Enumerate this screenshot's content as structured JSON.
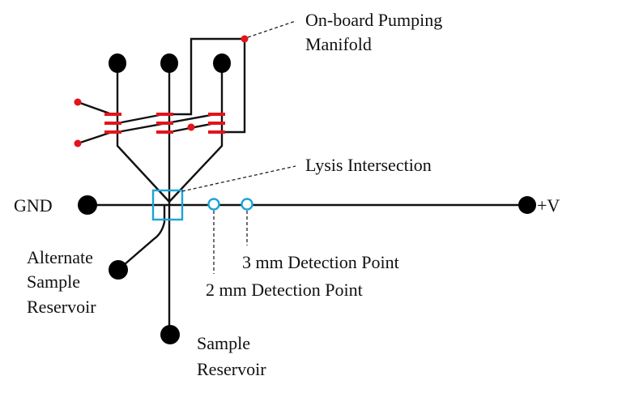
{
  "figure": {
    "type": "microfluidic chip schematic",
    "colors": {
      "channel": "#111111",
      "reservoir": "#000000",
      "valve": "#e3141b",
      "detection_marker": "#1ba3d9",
      "background": "#ffffff"
    }
  },
  "labels": {
    "manifold_line1": "On-board Pumping",
    "manifold_line2": "Manifold",
    "lysis": "Lysis Intersection",
    "gnd": "GND",
    "plus_v": "+V",
    "alt_line1": "Alternate",
    "alt_line2": "Sample",
    "alt_line3": "Reservoir",
    "sample_line1": "Sample",
    "sample_line2": "Reservoir",
    "det3": "3 mm Detection Point",
    "det2": "2 mm Detection Point"
  },
  "components": {
    "top_reservoirs": [
      "reagent-reservoir-1",
      "reagent-reservoir-2",
      "reagent-reservoir-3"
    ],
    "valve_groups": 3,
    "valves_per_group": 3,
    "detection_points_mm": [
      2,
      3
    ]
  }
}
